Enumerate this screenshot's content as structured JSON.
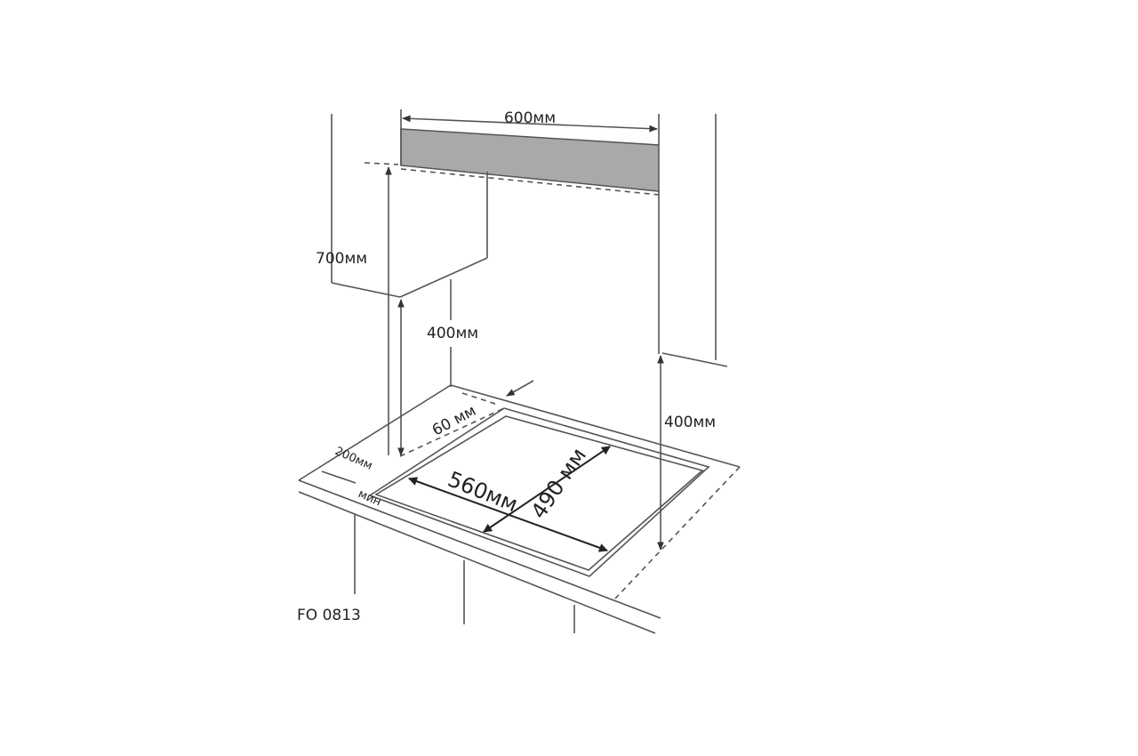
{
  "diagram": {
    "labels": {
      "hood_width": "600мм",
      "hood_height": "700мм",
      "cabinet_height": "400мм",
      "side_wall_height": "400мм",
      "back_clearance": "60 мм",
      "side_clearance": "200мм",
      "side_clearance_note": "мин",
      "cutout_width": "560мм",
      "cutout_depth": "490 мм",
      "model_code": "FO 0813"
    },
    "colors": {
      "hood_fill": "#a9a9a9",
      "line": "#555555",
      "arrow": "#222222"
    }
  }
}
